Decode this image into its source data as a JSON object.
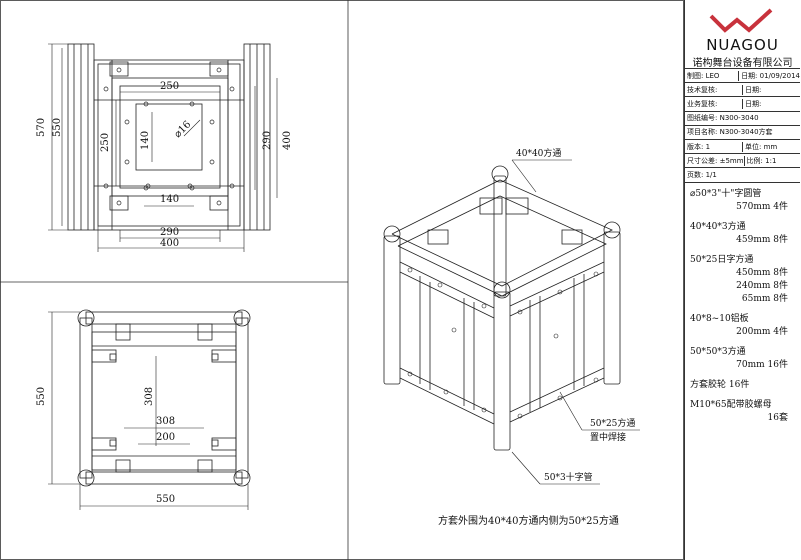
{
  "top_view": {
    "dims": {
      "outer_height": "570",
      "inner_height": "550",
      "top_width": "250",
      "left_inner": "250",
      "center_height": "140",
      "diameter": "⌀16",
      "right_inner": "290",
      "right_outer": "400",
      "bottom_140": "140",
      "bottom_290": "290",
      "bottom_400": "400"
    }
  },
  "side_view": {
    "dims": {
      "height": "550",
      "d308v": "308",
      "d308h": "308",
      "d200": "200",
      "width": "550"
    }
  },
  "iso_view": {
    "labels": {
      "top_tube": "40*40方通",
      "inner_tube_1": "50*25方通",
      "inner_tube_2": "置中焊接",
      "cross_tube": "50*3十字管"
    },
    "caption": "方套外围为40*40方通内侧为50*25方通"
  },
  "title_block": {
    "brand": "NUAGOU",
    "company": "诺构舞台设备有限公司",
    "rows": [
      [
        "制图: LEO",
        "日期: 01/09/2014"
      ],
      [
        "技术复核:",
        "日期:"
      ],
      [
        "业务复核:",
        "日期:"
      ],
      [
        "图纸编号: N300-3040"
      ],
      [
        "项目名称: N300-3040方套"
      ],
      [
        "版本: 1",
        "单位: mm"
      ],
      [
        "尺寸公差: ±5mm",
        "比例: 1:1"
      ],
      [
        "页数: 1/1"
      ]
    ],
    "colors": {
      "logo_red": "#c8323c",
      "line": "#333333"
    }
  },
  "parts": [
    {
      "name": "⌀50*3\"十\"字圆管",
      "qty": [
        "570mm 4件"
      ]
    },
    {
      "name": "40*40*3方通",
      "qty": [
        "459mm 8件"
      ]
    },
    {
      "name": "50*25日字方通",
      "qty": [
        "450mm 8件",
        "240mm 8件",
        "65mm 8件"
      ]
    },
    {
      "name": "40*8~10铝板",
      "qty": [
        "200mm 4件"
      ]
    },
    {
      "name": "50*50*3方通",
      "qty": [
        "70mm 16件"
      ]
    },
    {
      "name": "方套胶轮 16件",
      "qty": []
    },
    {
      "name": "M10*65配带胶螺母",
      "qty": [
        "16套"
      ]
    }
  ]
}
